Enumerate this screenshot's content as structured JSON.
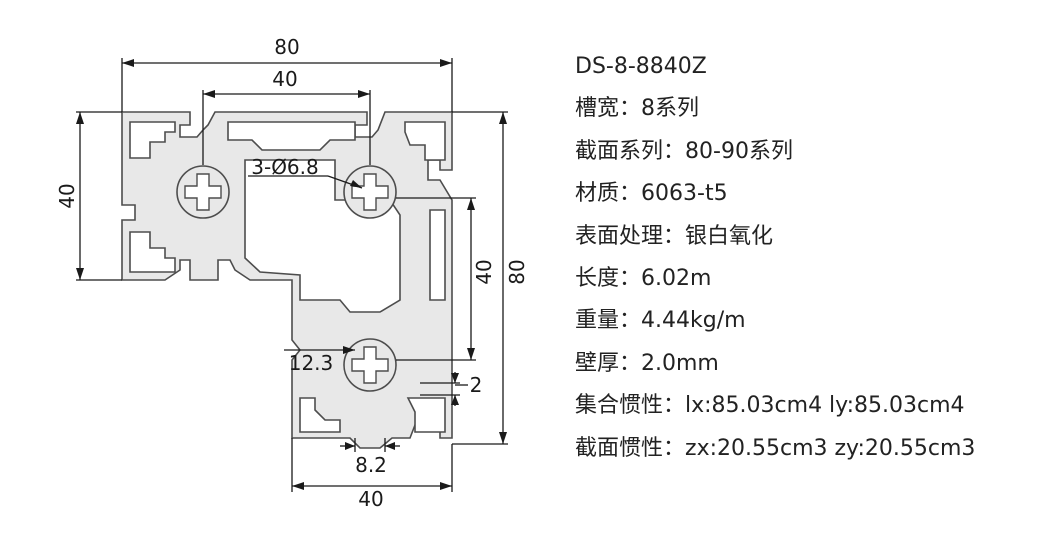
{
  "drawing": {
    "dimensions": {
      "overall_width": "80",
      "top_inner_width": "40",
      "left_height": "40",
      "right_height_inner": "40",
      "overall_height": "80",
      "hole_note": "3-Ø6.8",
      "slot_offset": "12.3",
      "wall_thickness": "2",
      "slot_width": "8.2",
      "bottom_width": "40"
    }
  },
  "specs": {
    "model": "DS-8-8840Z",
    "rows": [
      {
        "label": "槽宽：",
        "value": "8系列"
      },
      {
        "label": "截面系列：",
        "value": "80-90系列"
      },
      {
        "label": "材质：",
        "value": "6063-t5"
      },
      {
        "label": "表面处理：",
        "value": "银白氧化"
      },
      {
        "label": "长度：",
        "value": "6.02m"
      },
      {
        "label": "重量：",
        "value": "4.44kg/m"
      },
      {
        "label": "壁厚：",
        "value": "2.0mm"
      },
      {
        "label": "集合惯性：",
        "value": "lx:85.03cm4 ly:85.03cm4"
      },
      {
        "label": "截面惯性：",
        "value": "zx:20.55cm3 zy:20.55cm3"
      }
    ]
  }
}
